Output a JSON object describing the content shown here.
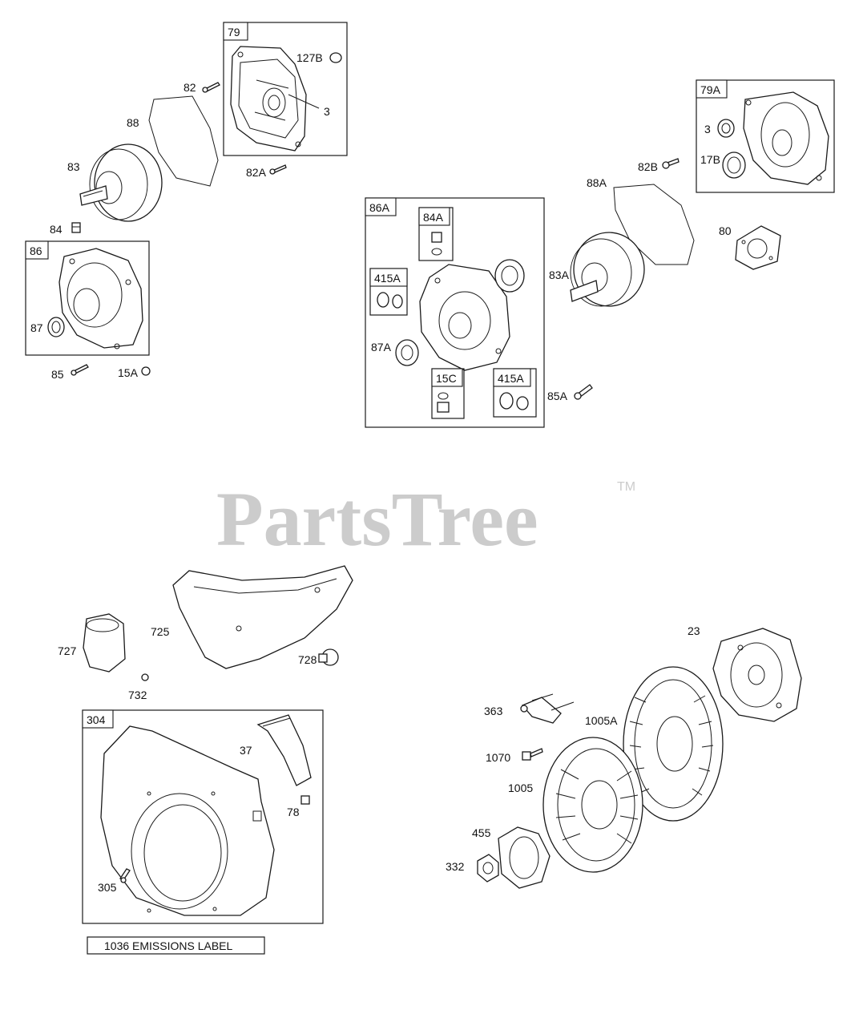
{
  "watermark": {
    "text": "PartsTree",
    "trademark": "TM"
  },
  "boxes": {
    "b79": "79",
    "b79A": "79A",
    "b86": "86",
    "b86A": "86A",
    "b84A": "84A",
    "b415A_left": "415A",
    "b15C": "15C",
    "b415A_right": "415A",
    "b304": "304"
  },
  "labels": {
    "l127B": "127B",
    "l82": "82",
    "l3_top": "3",
    "l88": "88",
    "l83": "83",
    "l82A": "82A",
    "l84": "84",
    "l87": "87",
    "l85": "85",
    "l15A": "15A",
    "l3_79A": "3",
    "l17B": "17B",
    "l82B": "82B",
    "l88A": "88A",
    "l80": "80",
    "l83A": "83A",
    "l87A": "87A",
    "l85A": "85A",
    "l725": "725",
    "l727": "727",
    "l728": "728",
    "l732": "732",
    "l37": "37",
    "l78": "78",
    "l305": "305",
    "l23": "23",
    "l363": "363",
    "l1005A": "1005A",
    "l1070": "1070",
    "l1005": "1005",
    "l455": "455",
    "l332": "332"
  },
  "emissions_label": "1036 EMISSIONS LABEL"
}
